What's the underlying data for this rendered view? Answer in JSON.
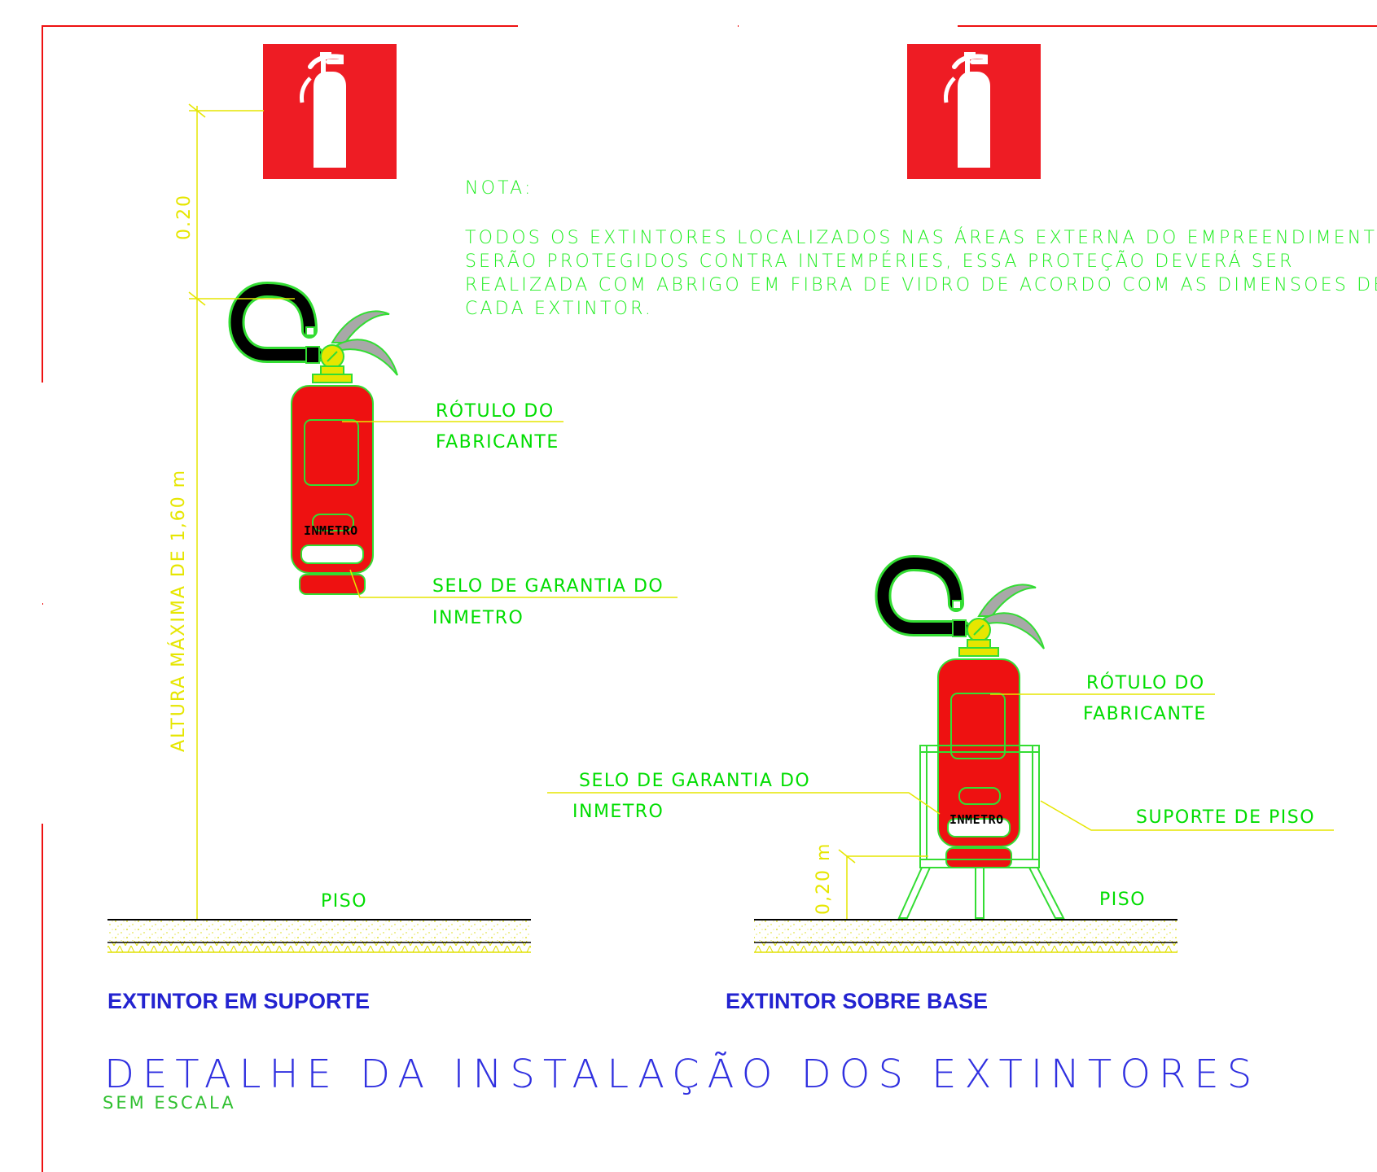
{
  "note": {
    "heading": "NOTA:",
    "lines": [
      "TODOS OS EXTINTORES LOCALIZADOS NAS ÁREAS EXTERNA DO EMPREENDIMENTO",
      "SERÃO PROTEGIDOS CONTRA INTEMPÉRIES, ESSA PROTEÇÃO DEVERÁ SER",
      "REALIZADA COM ABRIGO EM FIBRA DE VIDRO DE ACORDO COM AS DIMENSOES DE",
      "CADA EXTINTOR."
    ]
  },
  "left_detail": {
    "dim_top": "0.20",
    "dim_height": "ALTURA MÁXIMA DE 1,60 m",
    "label_rotulo_1": "RÓTULO DO",
    "label_rotulo_2": "FABRICANTE",
    "label_selo_1": "SELO DE GARANTIA DO",
    "label_selo_2": "INMETRO",
    "inmetro_tag": "INMETRO",
    "floor": "PISO",
    "caption": "EXTINTOR EM SUPORTE"
  },
  "right_detail": {
    "dim_base": "0,20 m",
    "label_rotulo_1": "RÓTULO DO",
    "label_rotulo_2": "FABRICANTE",
    "label_selo_1": "SELO DE GARANTIA DO",
    "label_selo_2": "INMETRO",
    "label_suporte": "SUPORTE DE PISO",
    "inmetro_tag": "INMETRO",
    "floor": "PISO",
    "caption": "EXTINTOR SOBRE BASE"
  },
  "title": "DETALHE DA INSTALAÇÃO DOS EXTINTORES",
  "subtitle": "SEM ESCALA",
  "colors": {
    "border": "#ee1111",
    "sign": "#ee1c24",
    "extinguisher": "#ee1111",
    "outline": "#33dd33",
    "dimension": "#e6e600",
    "caption": "#2323d0",
    "hose": "#000000",
    "handle": "#a8a8a8"
  },
  "icons": [
    "fire-extinguisher-sign-icon",
    "fire-extinguisher-icon"
  ]
}
